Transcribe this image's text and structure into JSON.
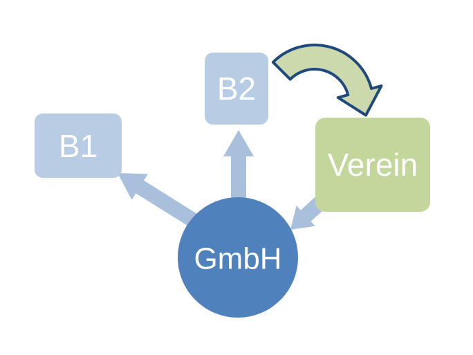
{
  "diagram": {
    "nodes": {
      "b1": {
        "label": "B1",
        "shape": "rounded-rect"
      },
      "b2": {
        "label": "B2",
        "shape": "rounded-rect"
      },
      "verein": {
        "label": "Verein",
        "shape": "rounded-rect"
      },
      "gmbh": {
        "label": "GmbH",
        "shape": "circle"
      }
    },
    "edges": [
      {
        "from": "gmbh",
        "to": "b1",
        "style": "block-arrow"
      },
      {
        "from": "gmbh",
        "to": "b2",
        "style": "block-arrow"
      },
      {
        "from": "verein",
        "to": "gmbh",
        "style": "block-arrow"
      },
      {
        "from": "b2",
        "to": "verein",
        "style": "curved-arrow"
      }
    ],
    "colors": {
      "background": "#ffffff",
      "node_blue": "#b8cce4",
      "node_green": "#c3d69b",
      "node_circle": "#4f81bd",
      "arrow": "#a9c0dd",
      "curved_arrow_fill": "#ccd9ad",
      "curved_arrow_stroke": "#1f497d",
      "label": "#ffffff"
    }
  }
}
